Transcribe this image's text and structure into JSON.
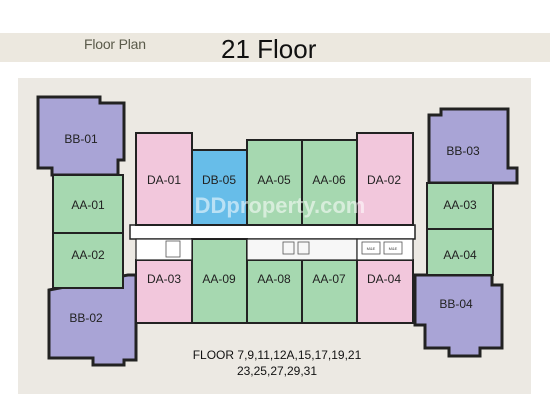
{
  "header": {
    "subtitle": "Floor Plan",
    "title": "21 Floor"
  },
  "colors": {
    "BB": "#a9a4d6",
    "AA": "#a6d8b0",
    "DA": "#f2c7dc",
    "DB": "#67bde9",
    "panel": "#ece9e3",
    "wall": "#222222"
  },
  "units": [
    {
      "id": "BB-01",
      "type": "BB"
    },
    {
      "id": "BB-02",
      "type": "BB"
    },
    {
      "id": "BB-03",
      "type": "BB"
    },
    {
      "id": "BB-04",
      "type": "BB"
    },
    {
      "id": "AA-01",
      "type": "AA"
    },
    {
      "id": "AA-02",
      "type": "AA"
    },
    {
      "id": "AA-03",
      "type": "AA"
    },
    {
      "id": "AA-04",
      "type": "AA"
    },
    {
      "id": "AA-05",
      "type": "AA"
    },
    {
      "id": "AA-06",
      "type": "AA"
    },
    {
      "id": "AA-07",
      "type": "AA"
    },
    {
      "id": "AA-08",
      "type": "AA"
    },
    {
      "id": "AA-09",
      "type": "AA"
    },
    {
      "id": "DA-01",
      "type": "DA"
    },
    {
      "id": "DA-02",
      "type": "DA"
    },
    {
      "id": "DA-03",
      "type": "DA"
    },
    {
      "id": "DA-04",
      "type": "DA"
    },
    {
      "id": "DB-05",
      "type": "DB"
    }
  ],
  "caption": {
    "line1": "FLOOR 7,9,11,12A,15,17,19,21",
    "line2": "23,25,27,29,31"
  },
  "watermark": "DDproperty.com",
  "service_labels": {
    "mne": "M&E"
  }
}
